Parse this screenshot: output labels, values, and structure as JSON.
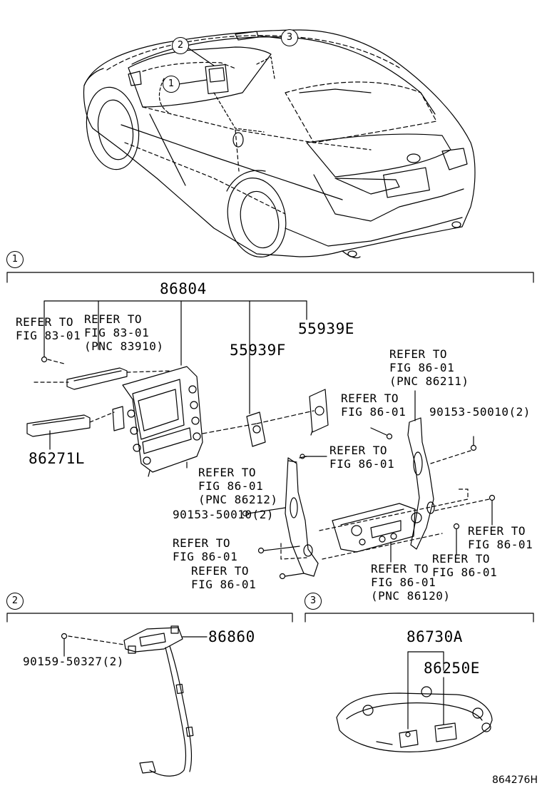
{
  "section_markers": [
    "1",
    "2",
    "3"
  ],
  "car_callouts": [
    "1",
    "2",
    "3"
  ],
  "section1": {
    "part_86804": "86804",
    "refer_fig_83_01_a": "REFER TO\nFIG 83-01",
    "refer_fig_83_01_b": "REFER TO\nFIG 83-01\n(PNC 83910)",
    "part_55939F": "55939F",
    "part_55939E": "55939E",
    "part_86271L": "86271L",
    "refer_86211": "REFER TO\nFIG 86-01\n(PNC 86211)",
    "refer_fig_86_01_a": "REFER TO\nFIG 86-01",
    "bolt_90153_right": "90153-50010(2)",
    "refer_fig_86_01_b": "REFER TO\nFIG 86-01",
    "refer_86212": "REFER TO\nFIG 86-01\n(PNC 86212)",
    "bolt_90153_left": "90153-50010(2)",
    "refer_fig_86_01_c": "REFER TO\nFIG 86-01",
    "refer_fig_86_01_d": "REFER TO\nFIG 86-01",
    "refer_fig_86_01_e": "REFER TO\nFIG 86-01",
    "refer_fig_86_01_f": "REFER TO\nFIG 86-01",
    "refer_86120": "REFER TO\nFIG 86-01\n(PNC 86120)"
  },
  "section2": {
    "part_86860": "86860",
    "bolt_90159": "90159-50327(2)"
  },
  "section3": {
    "part_86730A": "86730A",
    "part_86250E": "86250E"
  },
  "figure_id": "864276H"
}
